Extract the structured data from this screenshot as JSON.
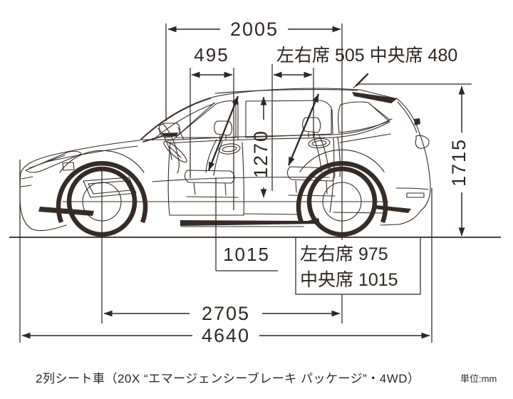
{
  "diagram": {
    "background": "#ffffff",
    "ink_color": "#2e2723",
    "caption": "2列シート車（20X “エマージェンシーブレーキ パッケージ”・4WD）",
    "unit_note": "単位:mm",
    "subject": "SUV side view dimension drawing, 2-row seat vehicle"
  },
  "dimensions": {
    "interior_length": "2005",
    "front_seat_cushion_length": "495",
    "rear_seat_cushion_label": "左右席 505 中央席 480",
    "interior_height": "1270",
    "overall_height": "1715",
    "front_headroom": "1015",
    "rear_headroom_outer": "左右席 975",
    "rear_headroom_center": "中央席 1015",
    "wheelbase": "2705",
    "overall_length": "4640"
  }
}
